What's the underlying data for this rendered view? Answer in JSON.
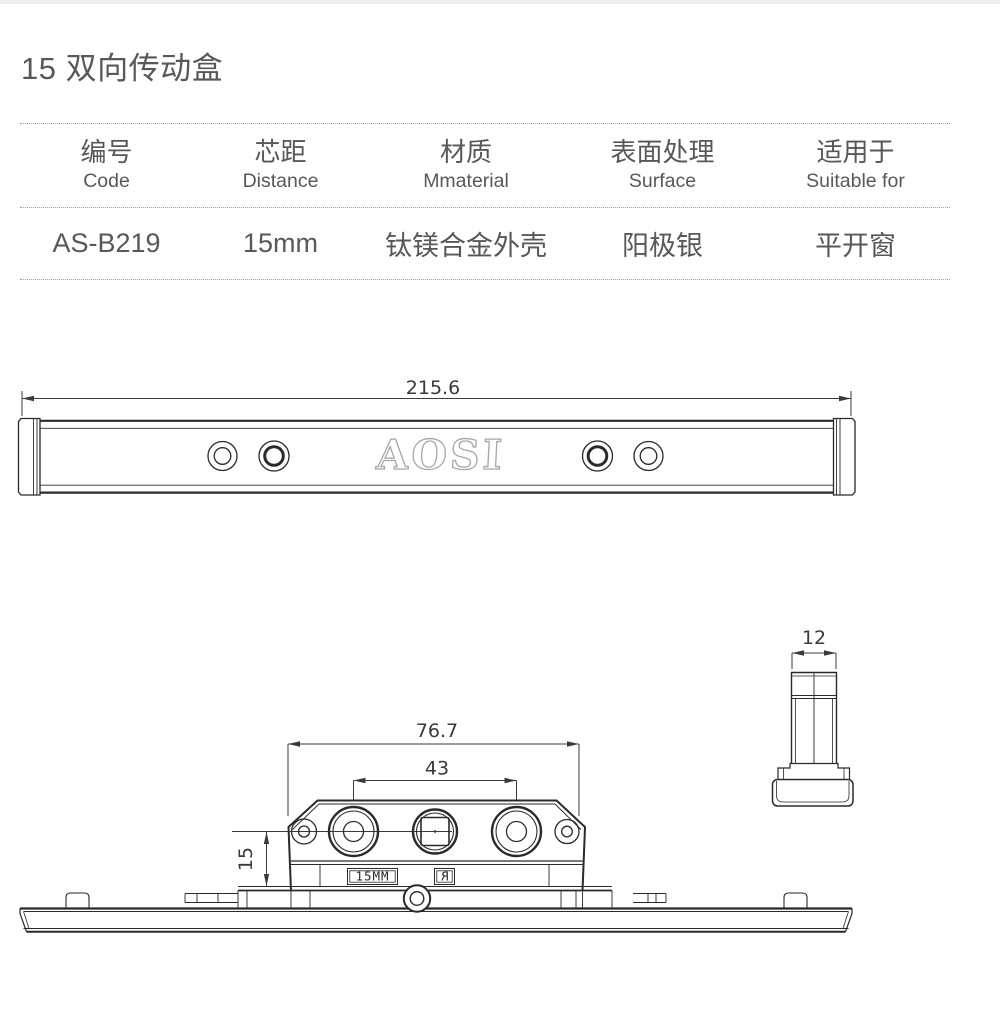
{
  "page": {
    "title": "15 双向传动盒"
  },
  "spec_table": {
    "columns": [
      {
        "zh": "编号",
        "en": "Code"
      },
      {
        "zh": "芯距",
        "en": "Distance"
      },
      {
        "zh": "材质",
        "en": "Mmaterial"
      },
      {
        "zh": "表面处理",
        "en": "Surface"
      },
      {
        "zh": "适用于",
        "en": "Suitable for"
      }
    ],
    "values": {
      "code": "AS-B219",
      "distance": "15mm",
      "material": "钛镁合金外壳",
      "surface": "阳极银",
      "suitable_for": "平开窗"
    }
  },
  "drawings": {
    "top_view": {
      "length_dim": "215.6",
      "brand_logo": "AOSI"
    },
    "front_view": {
      "overall_width_dim": "76.7",
      "hole_spacing_dim": "43",
      "backset_dim": "15",
      "spindle_label": "15MM",
      "hand_label": "R"
    },
    "side_view": {
      "width_dim": "12"
    }
  },
  "colors": {
    "text": "#5a5757",
    "dim_text": "#3c3939",
    "line": "#2a2a2a",
    "brand_outline": "#a9a6a6",
    "dotted_rule": "#a0a0a0"
  }
}
